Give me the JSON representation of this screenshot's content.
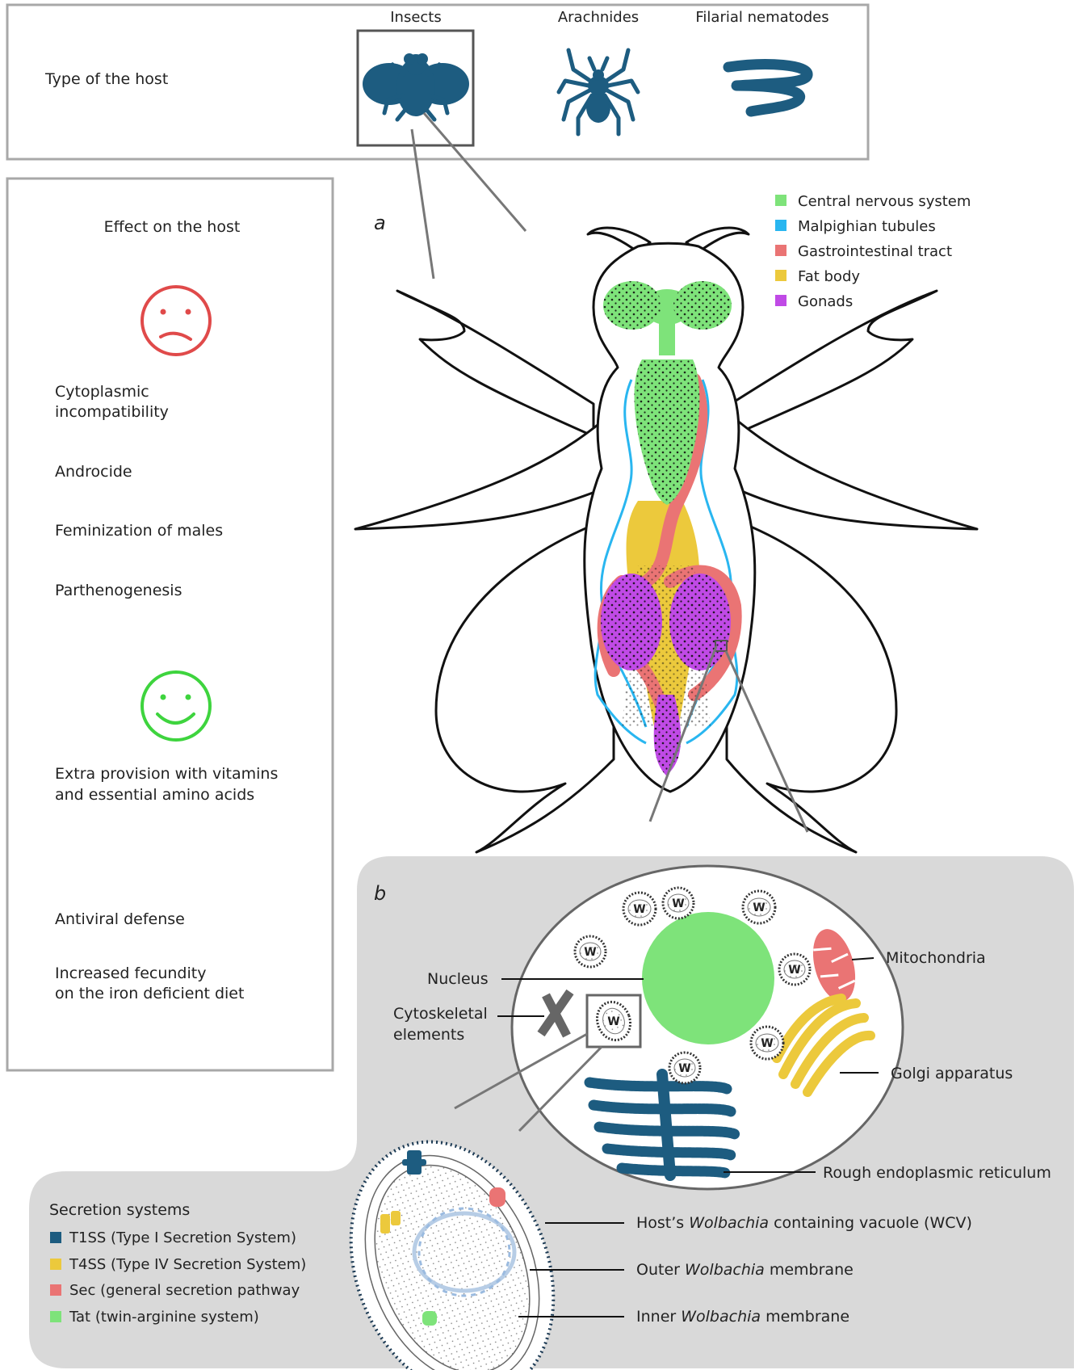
{
  "host_panel": {
    "row_label": "Type of the host",
    "hosts": [
      "Insects",
      "Arachnides",
      "Filarial nematodes"
    ]
  },
  "effects_panel": {
    "title": "Effect on the host",
    "negative": [
      [
        "Cytoplasmic",
        "incompatibility"
      ],
      [
        "Androcide"
      ],
      [
        "Feminization of males"
      ],
      [
        "Parthenogenesis"
      ]
    ],
    "positive": [
      [
        "Extra provision with vitamins",
        "and essential amino acids"
      ],
      [
        "Antiviral defense"
      ],
      [
        "Increased fecundity",
        "on the iron deficient diet"
      ]
    ]
  },
  "panel_a": {
    "letter": "a",
    "legend": [
      {
        "label": "Central nervous system",
        "color": "#7ee37a"
      },
      {
        "label": "Malpighian tubules",
        "color": "#29b6f0"
      },
      {
        "label": "Gastrointestinal tract",
        "color": "#ea7474"
      },
      {
        "label": "Fat body",
        "color": "#ecc93c"
      },
      {
        "label": "Gonads",
        "color": "#c04ae6"
      }
    ]
  },
  "panel_b": {
    "letter": "b",
    "wolbachia_mark": "W",
    "cell_labels": {
      "nucleus": "Nucleus",
      "cytoskeletal": [
        "Cytoskeletal",
        "elements"
      ],
      "mitochondria": "Mitochondria",
      "golgi": "Golgi apparatus",
      "rer": "Rough endoplasmic reticulum"
    },
    "membranes": [
      {
        "before": "Host’s ",
        "italic": "Wolbachia",
        "after": " containing vacuole (WCV)"
      },
      {
        "before": "Outer ",
        "italic": "Wolbachia",
        "after": " membrane"
      },
      {
        "before": "Inner ",
        "italic": "Wolbachia",
        "after": " membrane"
      }
    ]
  },
  "secretion_systems": {
    "title": "Secretion systems",
    "items": [
      {
        "label": "T1SS (Type I Secretion System)",
        "color": "#1d5c80"
      },
      {
        "label": "T4SS (Type IV Secretion System)",
        "color": "#ecc93c"
      },
      {
        "label": "Sec (general secretion pathway",
        "color": "#ea7474"
      },
      {
        "label": "Tat (twin-arginine system)",
        "color": "#7ee37a"
      }
    ]
  },
  "colors": {
    "host_icon": "#1d5c80",
    "sad_face": "#e04a4a",
    "happy_face": "#3ed43e",
    "panel_grey": "#d9d9d9",
    "frame_grey": "#9a9a9a"
  },
  "icons": [
    "fly-icon",
    "spider-icon",
    "nematode-icon",
    "sad-face-icon",
    "happy-face-icon"
  ]
}
